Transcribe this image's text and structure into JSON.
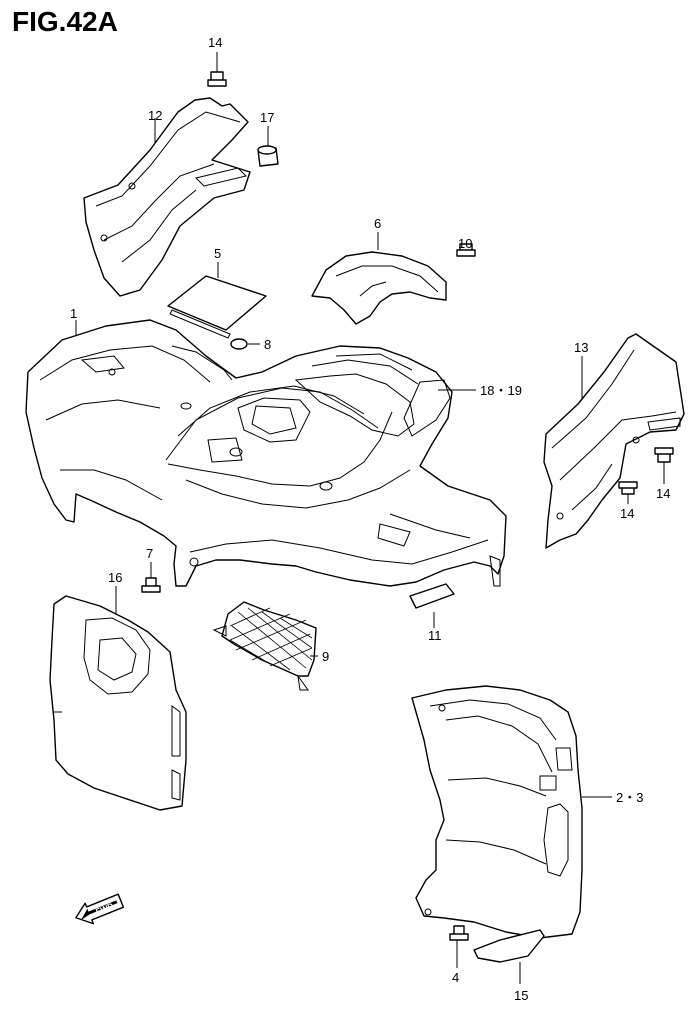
{
  "figure": {
    "title": "FIG.42A"
  },
  "callouts": {
    "c14_top": "14",
    "c12": "12",
    "c17": "17",
    "c6": "6",
    "c10": "10",
    "c5": "5",
    "c1": "1",
    "c8": "8",
    "c13": "13",
    "c18_19": "18・19",
    "c14_right_a": "14",
    "c14_right_b": "14",
    "c7": "7",
    "c16": "16",
    "c9": "9",
    "c11": "11",
    "c2_3": "2・3",
    "c4": "4",
    "c15": "15"
  },
  "fwd_marker": {
    "label": "FWD"
  }
}
